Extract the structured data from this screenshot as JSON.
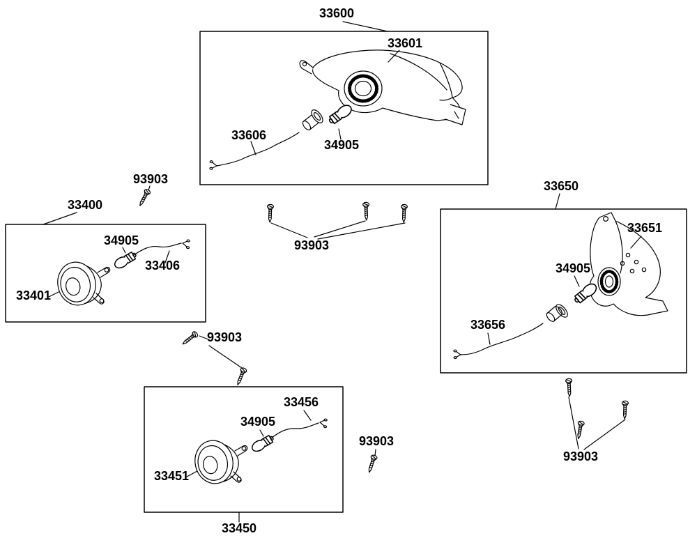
{
  "diagram": {
    "paper_color": "#ffffff",
    "ink_color": "#000000",
    "screw_label": "93903",
    "assemblies": {
      "front_winker_cover": {
        "label": "33600",
        "housing_label": "33601",
        "socket_wire_label": "33606",
        "bulb_label": "34905"
      },
      "front_winker": {
        "label": "33400",
        "body_label": "33401",
        "bulb_label": "34905",
        "wire_label": "33406"
      },
      "rear_winker_bracket": {
        "label": "33650",
        "bracket_label": "33651",
        "bulb_label": "34905",
        "socket_wire_label": "33656"
      },
      "rear_winker": {
        "label": "33450",
        "body_label": "33451",
        "bulb_label": "34905",
        "wire_label": "33456"
      }
    }
  }
}
